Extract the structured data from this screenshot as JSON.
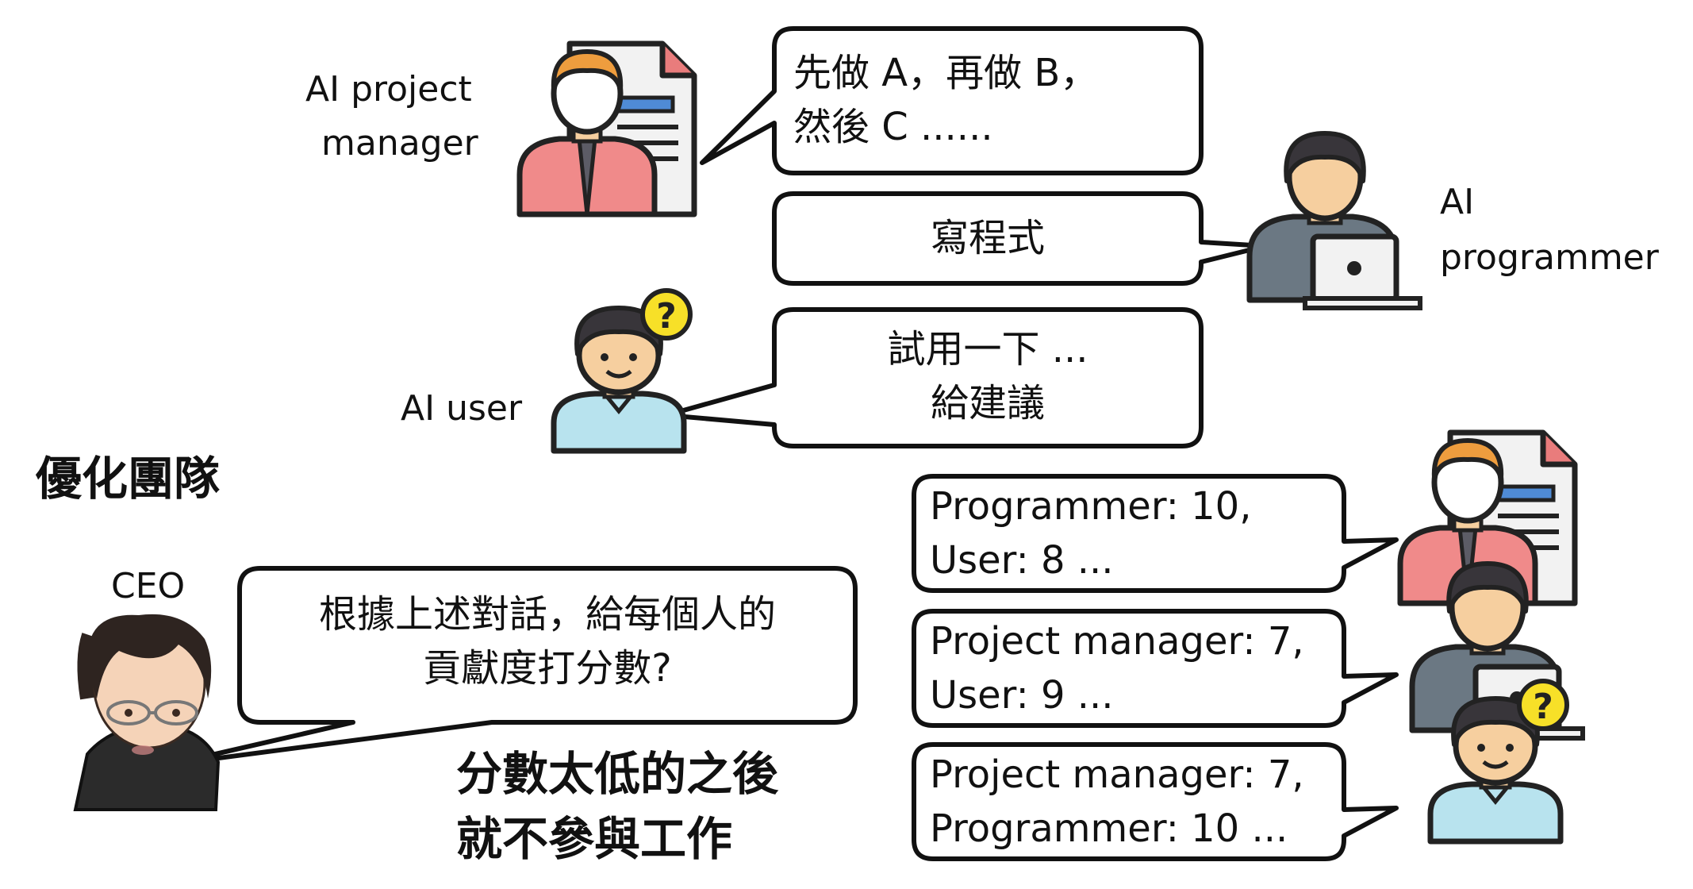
{
  "roles": {
    "pm_label_line1": "AI project",
    "pm_label_line2": "manager",
    "programmer_label_line1": "AI",
    "programmer_label_line2": "programmer",
    "user_label": "AI user",
    "ceo_label": "CEO"
  },
  "bubbles": {
    "pm_line1": "先做 A，再做 B，",
    "pm_line2": "然後 C ......",
    "programmer": "寫程式",
    "user_line1": "試用一下 ...",
    "user_line2": "給建議",
    "ceo_line1": "根據上述對話，給每個人的",
    "ceo_line2": "貢獻度打分數?"
  },
  "headings": {
    "optimize_team": "優化團隊",
    "note_line1": "分數太低的之後",
    "note_line2": "就不參與工作"
  },
  "scores": {
    "pm_line1": "Programmer: 10,",
    "pm_line2": "User: 8 ...",
    "programmer_line1": "Project manager: 7,",
    "programmer_line2": "User: 9 ...",
    "user_line1": "Project manager: 7,",
    "user_line2": "Programmer: 10 ..."
  },
  "colors": {
    "skin": "#f6cf9f",
    "hair_orange": "#ee9d3e",
    "shirt_red": "#f08a8a",
    "dark_hair": "#38353a",
    "shirt_gray": "#6b7883",
    "shirt_blue": "#b8e3ee",
    "question_yellow": "#f7e028",
    "doc_line_blue": "#4f8bd6"
  }
}
